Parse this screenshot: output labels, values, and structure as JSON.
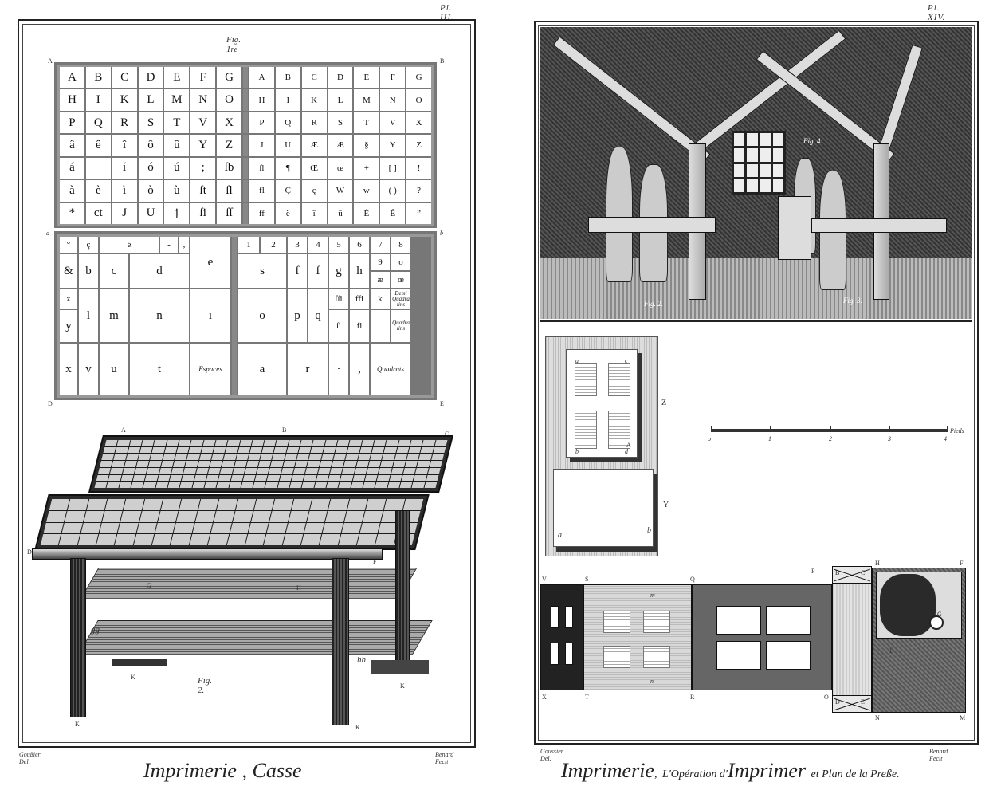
{
  "left_plate": {
    "plate_number": "Pl. III.",
    "fig1_label": "Fig. 1re",
    "corner_labels": {
      "A": "A",
      "B": "B",
      "a": "a",
      "b": "b",
      "D": "D",
      "E": "E"
    },
    "upper_case": {
      "rows": [
        [
          "A",
          "B",
          "C",
          "D",
          "E",
          "F",
          "G",
          "A",
          "B",
          "C",
          "D",
          "E",
          "F",
          "G"
        ],
        [
          "H",
          "I",
          "K",
          "L",
          "M",
          "N",
          "O",
          "H",
          "I",
          "K",
          "L",
          "M",
          "N",
          "O"
        ],
        [
          "P",
          "Q",
          "R",
          "S",
          "T",
          "V",
          "X",
          "P",
          "Q",
          "R",
          "S",
          "T",
          "V",
          "X"
        ],
        [
          "â",
          "ê",
          "î",
          "ô",
          "û",
          "Y",
          "Z",
          "J",
          "U",
          "Æ",
          "Æ",
          "§",
          "Y",
          "Z"
        ],
        [
          "á",
          "",
          "í",
          "ó",
          "ú",
          ";",
          "ſb",
          "ſl",
          "¶",
          "Œ",
          "œ",
          "+",
          "[ ]",
          "!"
        ],
        [
          "à",
          "è",
          "ì",
          "ò",
          "ù",
          "ſt",
          "ſl",
          "fl",
          "Ç",
          "ç",
          "W",
          "w",
          "( )",
          "?"
        ],
        [
          "*",
          "ct",
          "J",
          "U",
          "j",
          "ſi",
          "ſſ",
          "ff",
          "ë",
          "ï",
          "ü",
          "É",
          "É",
          "”"
        ]
      ]
    },
    "lower_case": {
      "top_row": [
        "°",
        "ç",
        "é",
        "-",
        ",",
        "1",
        "2",
        "3",
        "4",
        "5",
        "6",
        "7",
        "8"
      ],
      "cells": {
        "amp": "&",
        "b": "b",
        "c": "c",
        "d": "d",
        "e": "e",
        "s": "s",
        "f1": "f",
        "f2": "f",
        "g": "g",
        "h": "h",
        "nine": "9",
        "zero": "o",
        "ae": "æ",
        "oe": "œ",
        "z": "z",
        "y": "y",
        "l": "l",
        "m": "m",
        "n": "n",
        "i": "ı",
        "o": "o",
        "p": "p",
        "q": "q",
        "ffi": "ſſi",
        "ffl": "ffi",
        "k": "k",
        "demi_quadratins": "Demi Quadra tins",
        "fi1": "ſi",
        "fi2": "fi",
        "quadratins": "Quadra tins",
        "x": "x",
        "v": "v",
        "u": "u",
        "t": "t",
        "espaces": "Espaces",
        "a": "a",
        "r": "r",
        "period": "·",
        "comma": ",",
        "quadrats": "Quadrats"
      }
    },
    "fig2_label": "Fig. 2.",
    "table_labels": {
      "A": "A",
      "B": "B",
      "C": "C",
      "D": "D",
      "F": "F",
      "G": "G",
      "H": "H",
      "gg": "gg",
      "hh": "hh",
      "K": "K"
    },
    "credit_left": "Goußier Del.",
    "credit_right": "Benard Fecit",
    "title": "Imprimerie , Casse"
  },
  "right_plate": {
    "plate_number": "Pl. XIV.",
    "scene_labels": {
      "fig2": "Fig. 2.",
      "fig3": "Fig. 3.",
      "fig4": "Fig. 4."
    },
    "forme_labels": {
      "Z": "Z",
      "Y": "Y",
      "a": "a",
      "b": "b",
      "c": "c",
      "d": "d",
      "A": "A"
    },
    "scale": {
      "ticks": [
        "o",
        "1",
        "2",
        "3",
        "4"
      ],
      "unit": "Pieds"
    },
    "plan_labels": [
      "V",
      "S",
      "Q",
      "P",
      "B",
      "C",
      "H",
      "F",
      "X",
      "T",
      "R",
      "O",
      "D",
      "E",
      "N",
      "M",
      "m",
      "n",
      "G",
      "L"
    ],
    "credit_left": "Goussier Del.",
    "credit_right": "Benard Fecit",
    "title_main": "Imprimerie",
    "title_sep": ",",
    "title_part1": "L'Opération d'",
    "title_part2": "Imprimer",
    "title_part3": "et Plan de la Preße."
  }
}
